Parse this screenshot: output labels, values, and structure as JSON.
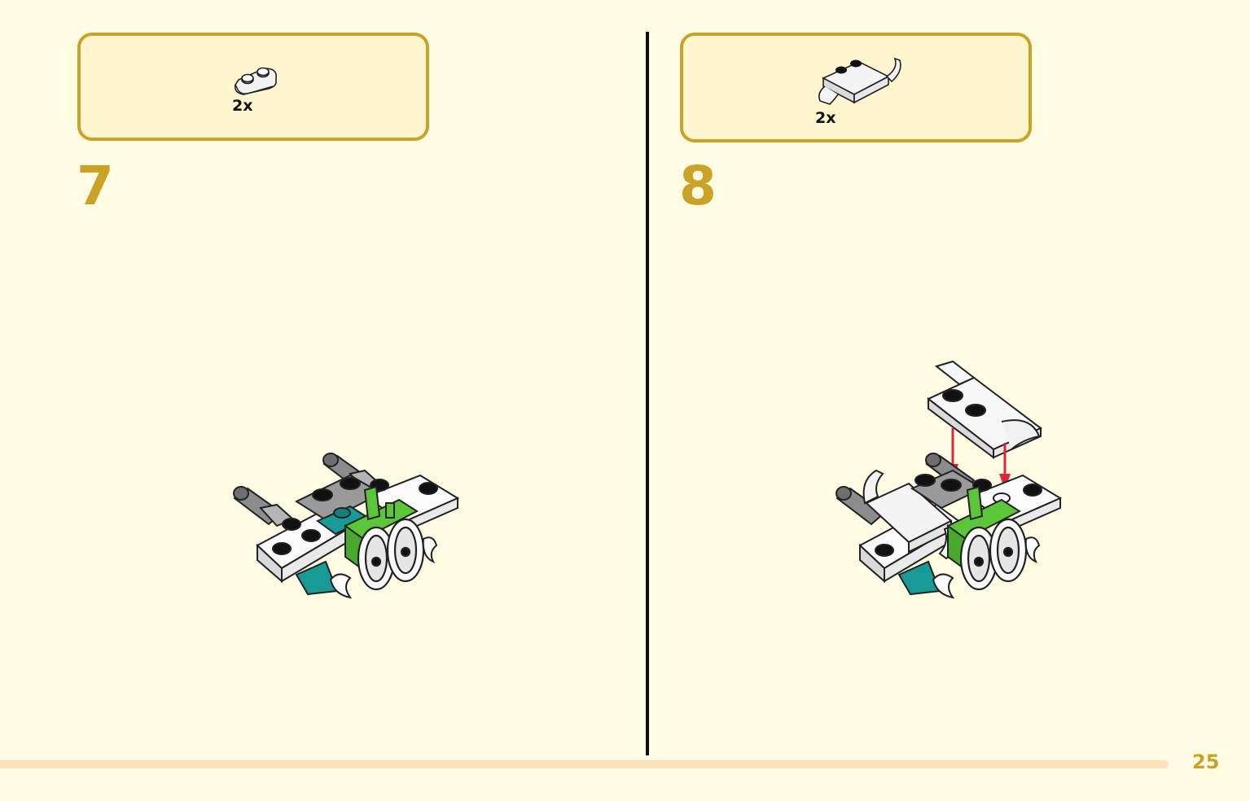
{
  "steps": [
    {
      "number": "7",
      "parts": [
        {
          "name": "plate-1x2-round",
          "quantity": "2x"
        }
      ]
    },
    {
      "number": "8",
      "parts": [
        {
          "name": "windscreen-piece",
          "quantity": "2x"
        }
      ]
    }
  ],
  "page_number": "25",
  "colors": {
    "background": "#fffce3",
    "accent": "#c9a227",
    "callout_fill": "#fff5cf",
    "footer_bar": "#fde1ba",
    "arrow": "#d8283a",
    "green": "#5cc63a",
    "teal": "#1a9a96",
    "gray": "#9a9a9a"
  }
}
